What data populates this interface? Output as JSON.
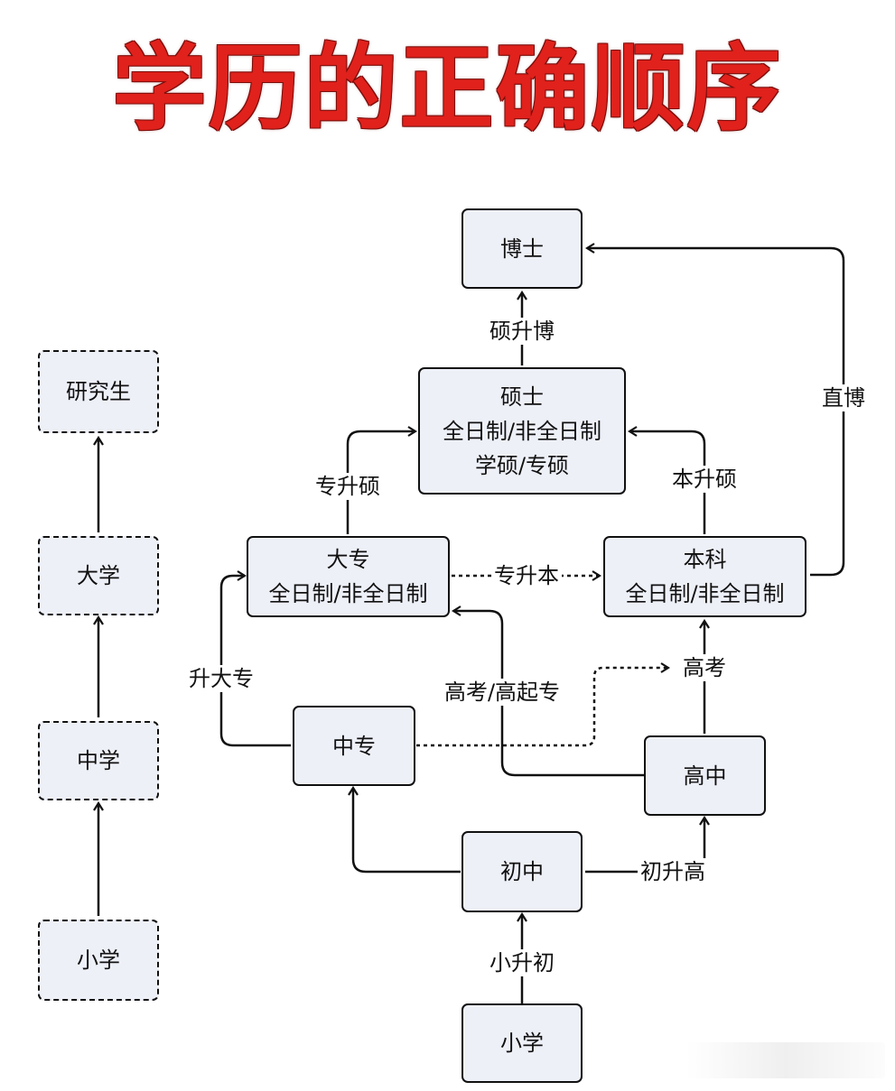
{
  "title": "学历的正确顺序",
  "left_column": {
    "nodes": [
      "研究生",
      "大学",
      "中学",
      "小学"
    ]
  },
  "nodes": {
    "boshi": {
      "lines": [
        "博士"
      ]
    },
    "shuoshi": {
      "lines": [
        "硕士",
        "全日制/非全日制",
        "学硕/专硕"
      ]
    },
    "dazhuan": {
      "lines": [
        "大专",
        "全日制/非全日制"
      ]
    },
    "benke": {
      "lines": [
        "本科",
        "全日制/非全日制"
      ]
    },
    "zhongzhuan": {
      "lines": [
        "中专"
      ]
    },
    "gaozhong": {
      "lines": [
        "高中"
      ]
    },
    "chuzhong": {
      "lines": [
        "初中"
      ]
    },
    "xiaoxue": {
      "lines": [
        "小学"
      ]
    }
  },
  "edge_labels": {
    "shuo_to_bo": "硕升博",
    "zhi_bo": "直博",
    "zhuan_to_shuo": "专升硕",
    "ben_to_shuo": "本升硕",
    "zhuan_to_ben": "专升本",
    "sheng_dazhuan": "升大专",
    "gaokao_gaoqizhuan": "高考/高起专",
    "gaokao": "高考",
    "chu_to_gao": "初升高",
    "xiao_to_chu": "小升初"
  },
  "colors": {
    "title": "#e0211c",
    "node_fill": "#eef0f8",
    "stroke": "#111111"
  }
}
